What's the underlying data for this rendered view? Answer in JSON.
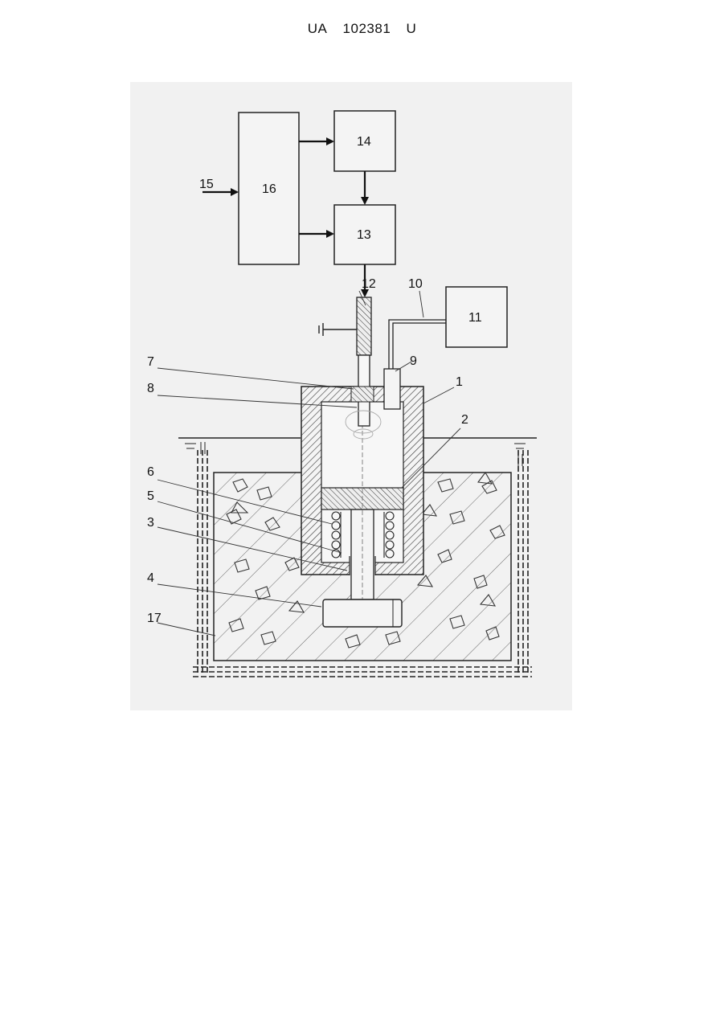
{
  "header": {
    "country": "UA",
    "number": "102381",
    "kind": "U"
  },
  "blocks": {
    "b16": "16",
    "b14": "14",
    "b13": "13",
    "b11": "11"
  },
  "labels": {
    "l1": "1",
    "l2": "2",
    "l3": "3",
    "l4": "4",
    "l5": "5",
    "l6": "6",
    "l7": "7",
    "l8": "8",
    "l9": "9",
    "l10": "10",
    "l12": "12",
    "l15": "15",
    "l17": "17"
  }
}
